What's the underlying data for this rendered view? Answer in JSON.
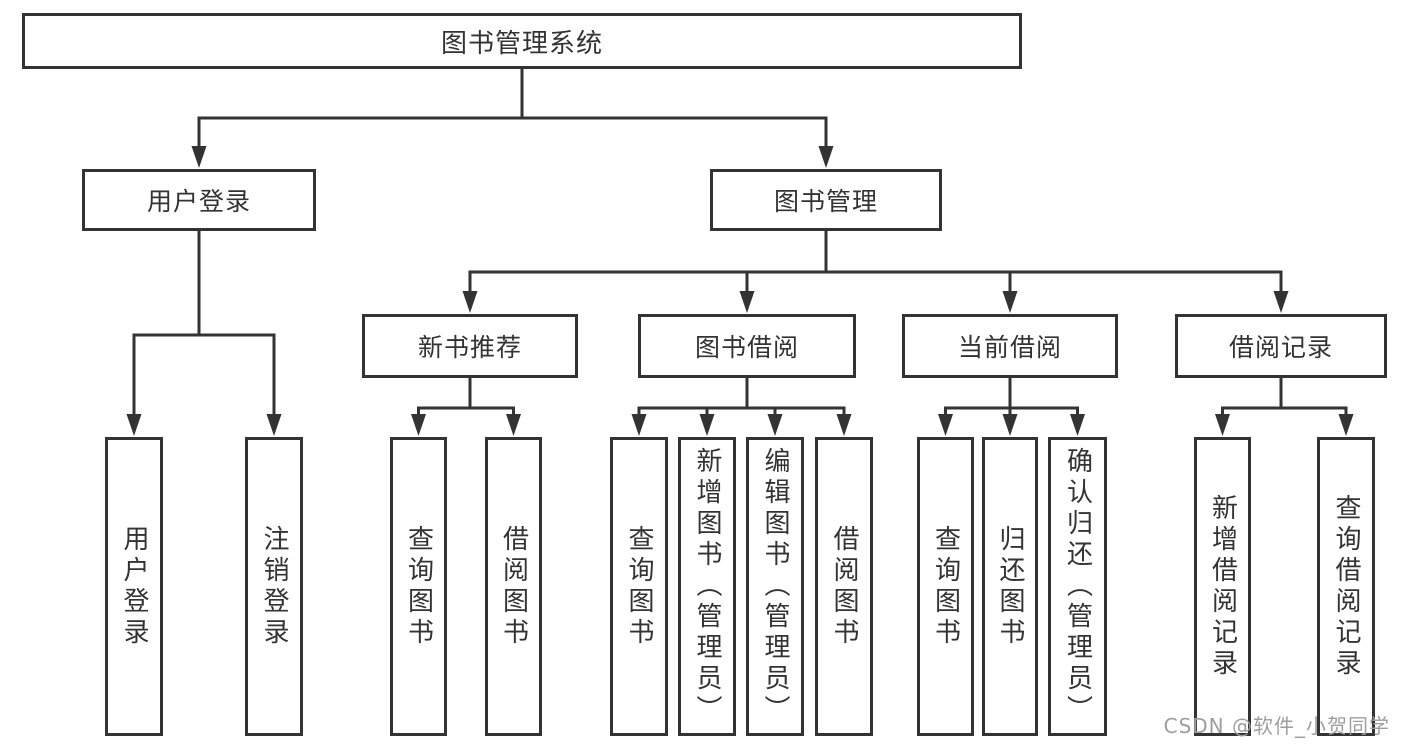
{
  "colors": {
    "line": "#333333",
    "box_border": "#333333",
    "text": "#333333",
    "background": "#ffffff",
    "watermark_text": "#9e9e9e"
  },
  "watermark": "CSDN @软件_小贺同学",
  "diagram": {
    "root": "图书管理系统",
    "user_branch": {
      "label": "用户登录",
      "children": [
        "用户登录",
        "注销登录"
      ]
    },
    "mgmt_branch": {
      "label": "图书管理",
      "groups": [
        {
          "label": "新书推荐",
          "children": [
            "查询图书",
            "借阅图书"
          ]
        },
        {
          "label": "图书借阅",
          "children": [
            "查询图书",
            "新增图书（管理员）",
            "编辑图书（管理员）",
            "借阅图书"
          ]
        },
        {
          "label": "当前借阅",
          "children": [
            "查询图书",
            "归还图书",
            "确认归还（管理员）"
          ]
        },
        {
          "label": "借阅记录",
          "children": [
            "新增借阅记录",
            "查询借阅记录"
          ]
        }
      ]
    }
  }
}
